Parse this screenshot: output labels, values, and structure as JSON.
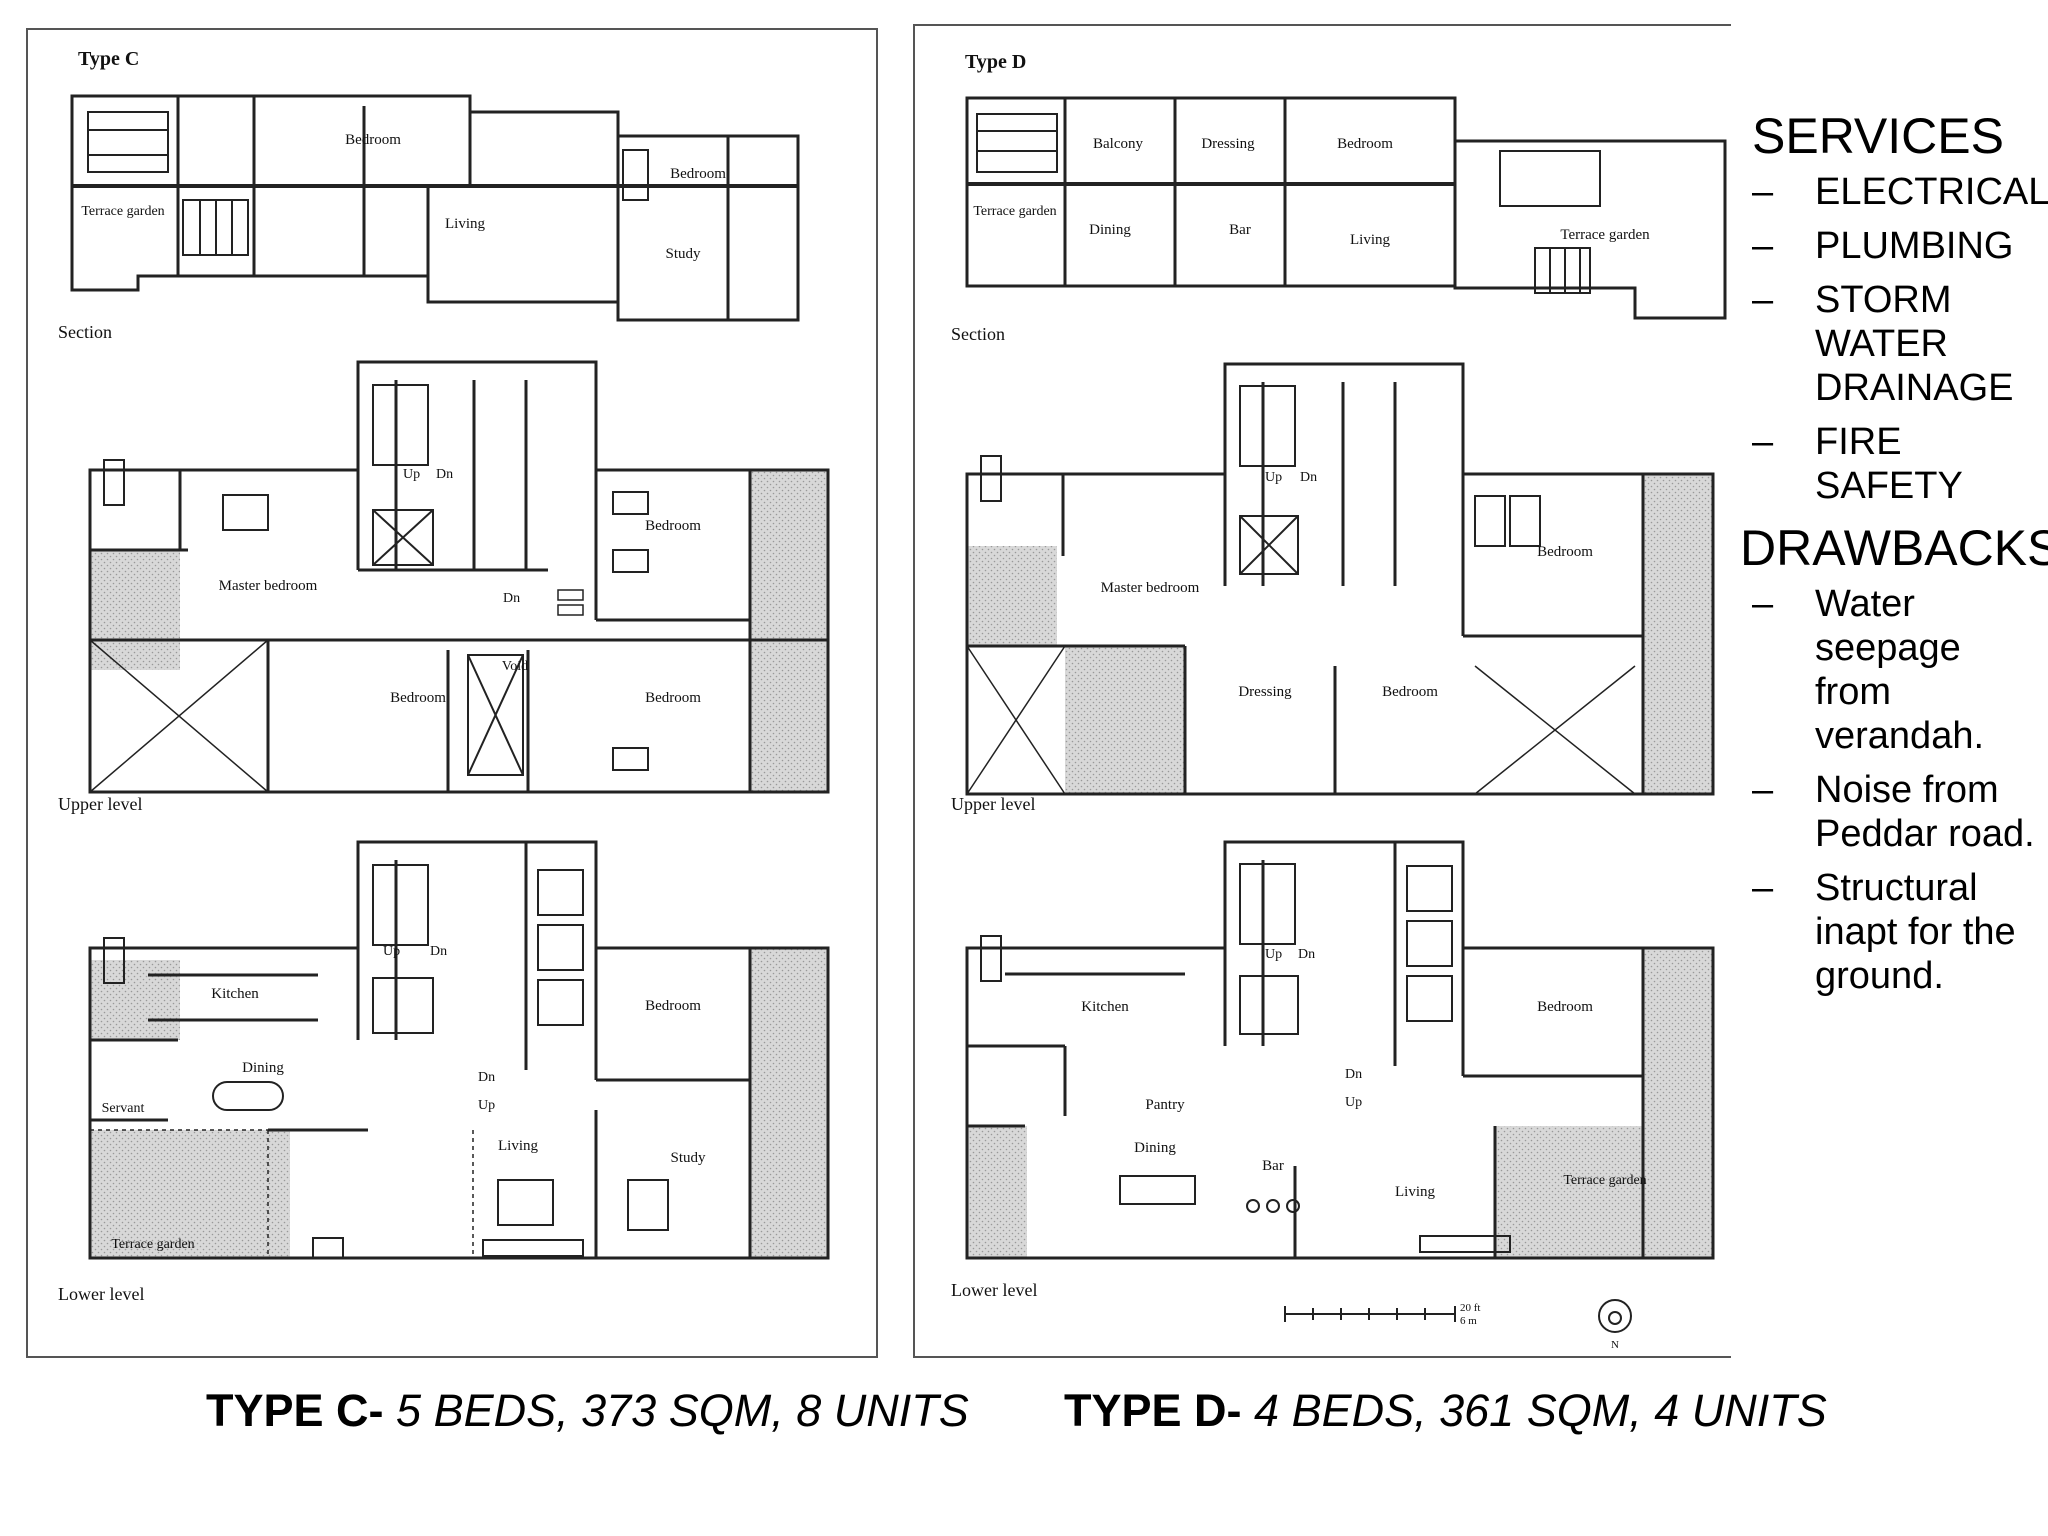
{
  "typeC": {
    "title": "Type C",
    "section": {
      "label": "Section",
      "rooms": {
        "terrace": "Terrace garden",
        "bedroom1": "Bedroom",
        "living": "Living",
        "bedroom2": "Bedroom",
        "study": "Study"
      }
    },
    "upper": {
      "label": "Upper level",
      "rooms": {
        "up": "Up",
        "dn": "Dn",
        "master": "Master bedroom",
        "bedroomNE": "Bedroom",
        "dn2": "Dn",
        "void": "Void",
        "bedroomSW": "Bedroom",
        "bedroomSE": "Bedroom"
      }
    },
    "lower": {
      "label": "Lower level",
      "rooms": {
        "up": "Up",
        "dn": "Dn",
        "kitchen": "Kitchen",
        "dining": "Dining",
        "servant": "Servant",
        "bedroom": "Bedroom",
        "dn2": "Dn",
        "up2": "Up",
        "living": "Living",
        "study": "Study",
        "terrace": "Terrace garden"
      }
    },
    "caption": {
      "bold": "TYPE C-",
      "italic": " 5 BEDS, 373 SQM, 8 UNITS"
    }
  },
  "typeD": {
    "title": "Type D",
    "section": {
      "label": "Section",
      "rooms": {
        "terrace": "Terrace garden",
        "balcony": "Balcony",
        "dressing": "Dressing",
        "bedroom": "Bedroom",
        "dining": "Dining",
        "bar": "Bar",
        "living": "Living",
        "terrace2": "Terrace garden"
      }
    },
    "upper": {
      "label": "Upper level",
      "rooms": {
        "up": "Up",
        "dn": "Dn",
        "master": "Master bedroom",
        "bedroomNE": "Bedroom",
        "dressing": "Dressing",
        "bedroomS": "Bedroom"
      }
    },
    "lower": {
      "label": "Lower level",
      "rooms": {
        "up": "Up",
        "dn": "Dn",
        "kitchen": "Kitchen",
        "pantry": "Pantry",
        "dn2": "Dn",
        "up2": "Up",
        "bedroom": "Bedroom",
        "dining": "Dining",
        "bar": "Bar",
        "living": "Living",
        "terrace": "Terrace garden"
      }
    },
    "scale": {
      "ft": "20 ft",
      "m": "6 m",
      "north": "N"
    },
    "caption": {
      "bold": "TYPE D-",
      "italic": " 4 BEDS, 361 SQM, 4 UNITS"
    }
  },
  "sidebar": {
    "services": {
      "title": "SERVICES",
      "items": [
        "ELECTRICAL",
        "PLUMBING",
        "STORM WATER DRAINAGE",
        "FIRE SAFETY"
      ]
    },
    "drawbacks": {
      "title": "DRAWBACKS",
      "items": [
        "Water seepage from verandah.",
        "Noise from Peddar road.",
        "Structural inapt for the ground."
      ]
    }
  }
}
